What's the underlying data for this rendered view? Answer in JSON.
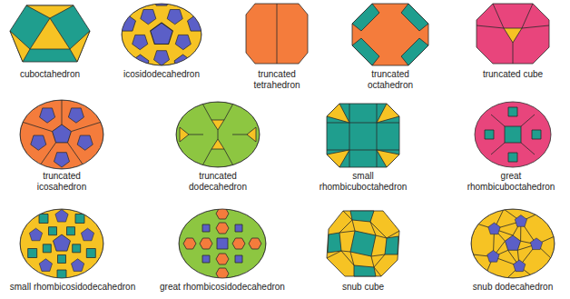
{
  "diagram": {
    "labels": [
      "cuboctahedron",
      "icosidodecahedron",
      "truncated tetrahedron",
      "truncated octahedron",
      "truncated cube",
      "truncated icosahedron",
      "truncated dodecahedron",
      "small rhombicuboctahedron",
      "great rhombicuboctahedron",
      "small rhombicosidodecahedron",
      "great rhombicosidodecahedron",
      "snub cube",
      "snub dodecahedron"
    ]
  }
}
